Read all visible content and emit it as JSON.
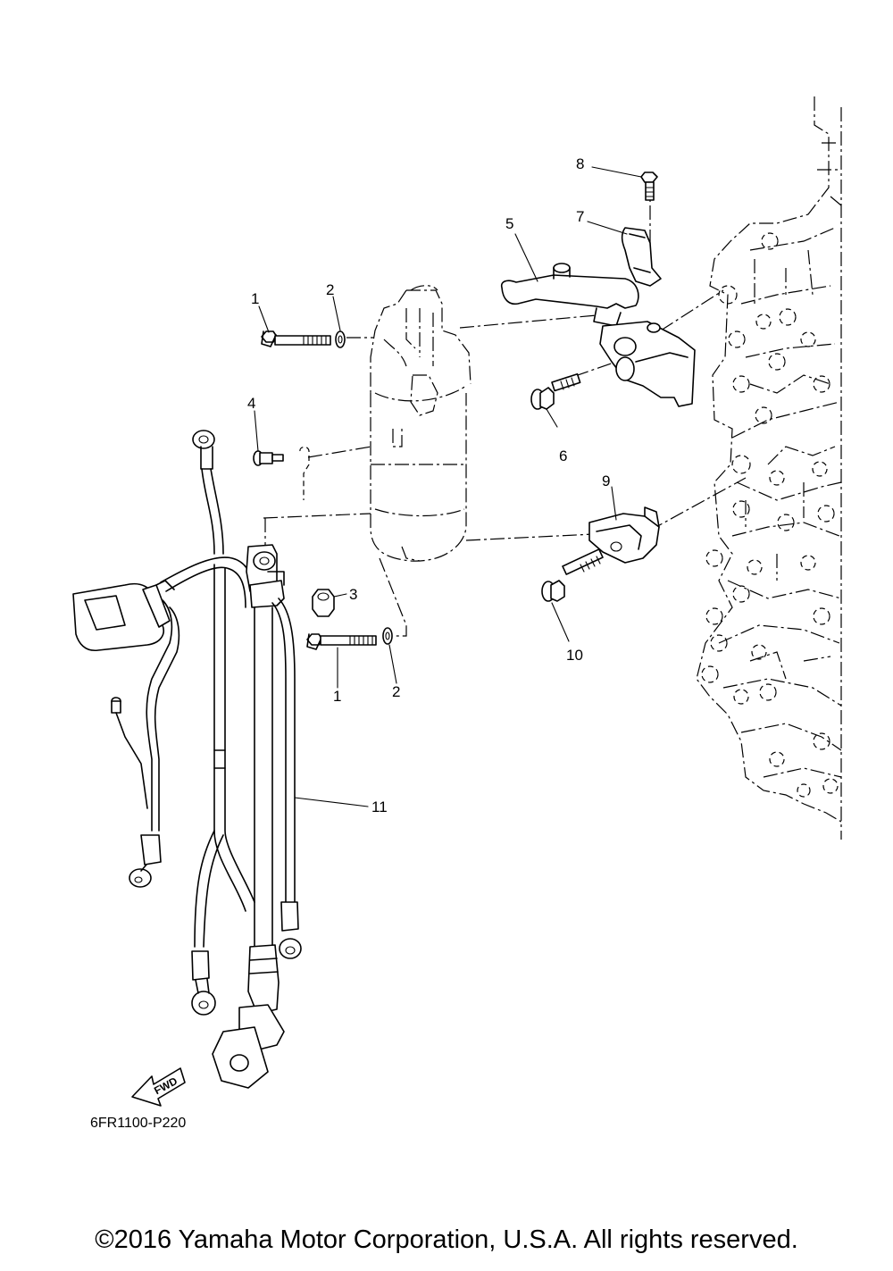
{
  "diagram": {
    "part_code": "6FR1100-P220",
    "fwd_label": "FWD",
    "callouts": [
      {
        "id": "c1a",
        "label": "1"
      },
      {
        "id": "c2a",
        "label": "2"
      },
      {
        "id": "c3",
        "label": "3"
      },
      {
        "id": "c4",
        "label": "4"
      },
      {
        "id": "c5",
        "label": "5"
      },
      {
        "id": "c6",
        "label": "6"
      },
      {
        "id": "c7",
        "label": "7"
      },
      {
        "id": "c8",
        "label": "8"
      },
      {
        "id": "c9",
        "label": "9"
      },
      {
        "id": "c10",
        "label": "10"
      },
      {
        "id": "c1b",
        "label": "1"
      },
      {
        "id": "c2b",
        "label": "2"
      },
      {
        "id": "c11",
        "label": "11"
      }
    ]
  },
  "footer": {
    "copyright": "©2016 Yamaha Motor Corporation, U.S.A. All rights reserved."
  }
}
